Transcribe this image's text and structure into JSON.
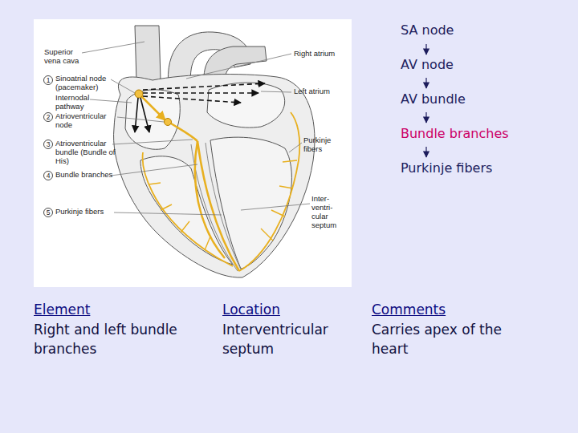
{
  "diagram": {
    "labels": [
      "Superior vena cava",
      "Right atrium",
      "1",
      "Sinoatrial node (pacemaker)",
      "Internodal pathway",
      "Left atrium",
      "2",
      "Atrioventricular node",
      "3",
      "Atrioventricular bundle (Bundle of His)",
      "Purkinje fibers",
      "4",
      "Bundle branches",
      "Inter- ventri- cular septum",
      "5",
      "Purkinje fibers",
      "SA node",
      "AV node",
      "AV bundle",
      "Bundle branches",
      "Purkinje fibers",
      "Element",
      "Right and left bundle branches",
      "Location",
      "Interventricular septum",
      "Comments",
      "Carries apex of the heart"
    ]
  }
}
